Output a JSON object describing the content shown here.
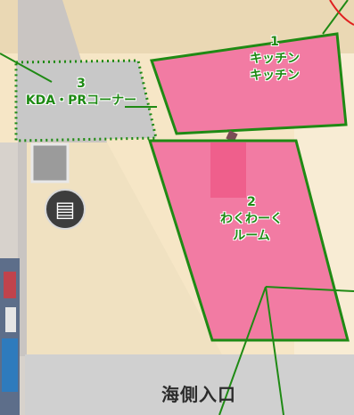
{
  "map": {
    "rooms": [
      {
        "number": "1",
        "name_line1": "キッチン",
        "name_line2": "キッチン",
        "fill": "#f27ba3",
        "border": "#1f8a14"
      },
      {
        "number": "2",
        "name_line1": "わくわーく",
        "name_line2": "ルーム",
        "fill": "#f27ba3",
        "border": "#1f8a14"
      },
      {
        "number": "3",
        "name": "KDA・PRコーナー",
        "border": "#1f8a14",
        "border_style": "dotted"
      }
    ],
    "entrance": "海側入口",
    "stair_icon": "stairs-icon",
    "colors": {
      "background": "#e9dfcb",
      "floor_light": "#f7e7c7",
      "wall_gray": "#c2c2c2",
      "label_green": "#1e8a14",
      "leader_green": "#1f8a14",
      "pink_room": "#f27ba3"
    }
  }
}
